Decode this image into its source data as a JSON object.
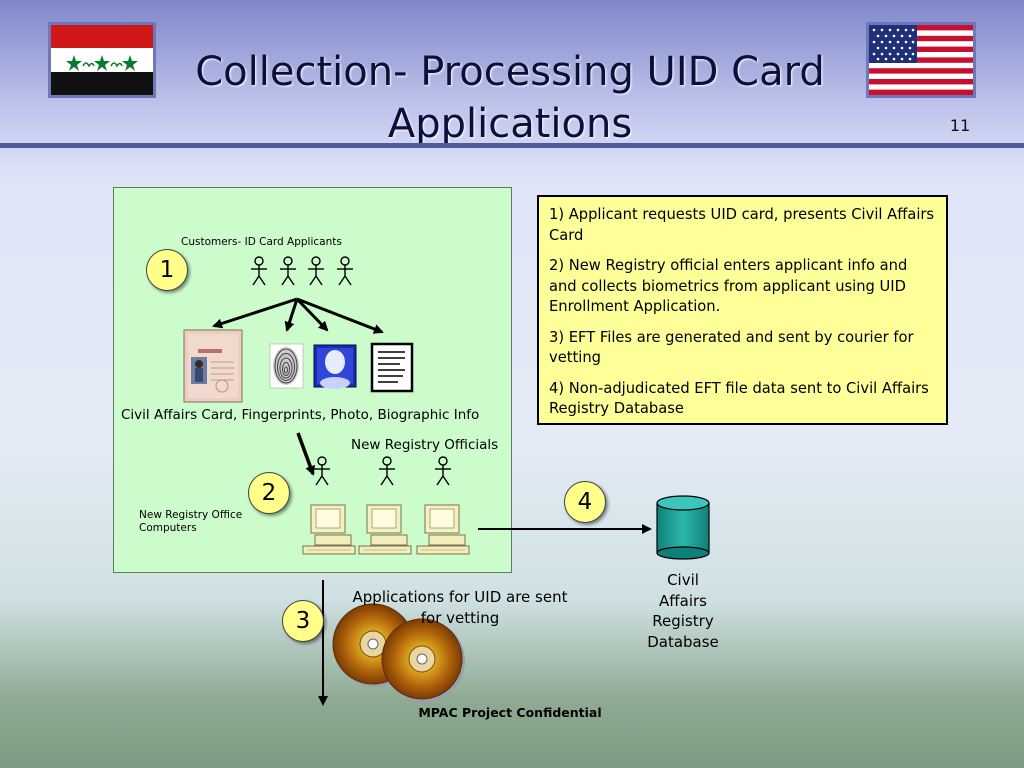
{
  "slide": {
    "title_line1": "Collection- Processing UID Card",
    "title_line2": "Applications",
    "page_number": "11",
    "footer": "MPAC Project Confidential"
  },
  "diagram": {
    "customers_label": "Customers- ID Card Applicants",
    "items_caption": "Civil Affairs Card, Fingerprints, Photo, Biographic Info",
    "officials_label": "New Registry Officials",
    "computers_label_line1": "New Registry Office",
    "computers_label_line2": "Computers",
    "vetting_label_line1": "Applications for UID are sent",
    "vetting_label_line2": "for vetting",
    "database_label": [
      "Civil",
      "Affairs",
      "Registry",
      "Database"
    ],
    "step_badges": [
      "1",
      "2",
      "3",
      "4"
    ]
  },
  "steps": [
    "1) Applicant requests UID card, presents Civil Affairs Card",
    "2) New Registry official enters applicant info and and collects biometrics from applicant using UID Enrollment Application.",
    "3) EFT Files are generated and sent by courier for vetting",
    "4) Non-adjudicated EFT file data sent to Civil Affairs Registry Database"
  ],
  "colors": {
    "info_box_bg": "#ffff99",
    "diagram_bg": "#ccfccc",
    "badge": "#ffff8a",
    "database": "#1aa39a"
  },
  "icons": [
    "iraq-flag",
    "usa-flag",
    "person-icon",
    "id-card",
    "fingerprint",
    "photo",
    "document",
    "computer",
    "database-cylinder",
    "cd-disc"
  ]
}
